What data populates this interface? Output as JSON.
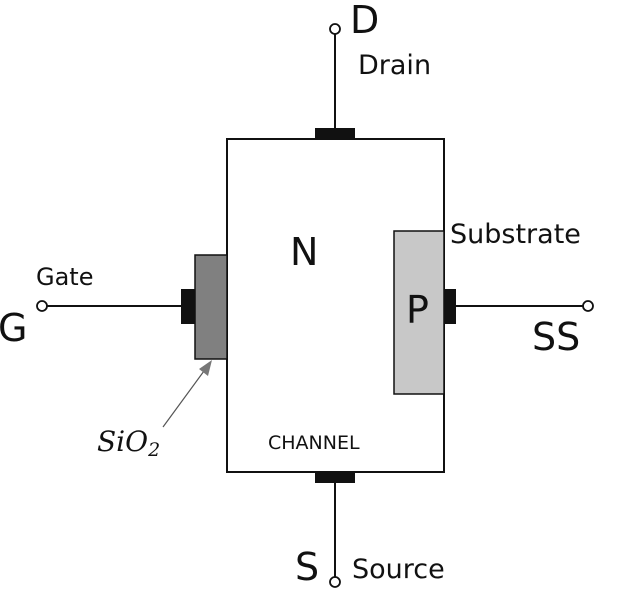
{
  "terminals": {
    "drain": {
      "symbol": "D",
      "label": "Drain"
    },
    "gate": {
      "symbol": "G",
      "label": "Gate"
    },
    "source": {
      "symbol": "S",
      "label": "Source"
    },
    "substrate": {
      "symbol": "SS",
      "label": "Substrate"
    }
  },
  "regions": {
    "n_type": "N",
    "p_type": "P",
    "channel": "CHANNEL",
    "oxide_main": "SiO",
    "oxide_sub": "2"
  },
  "colors": {
    "line": "#111111",
    "oxide_fill": "#808080",
    "p_fill": "#c8c8c8",
    "background": "#ffffff"
  }
}
